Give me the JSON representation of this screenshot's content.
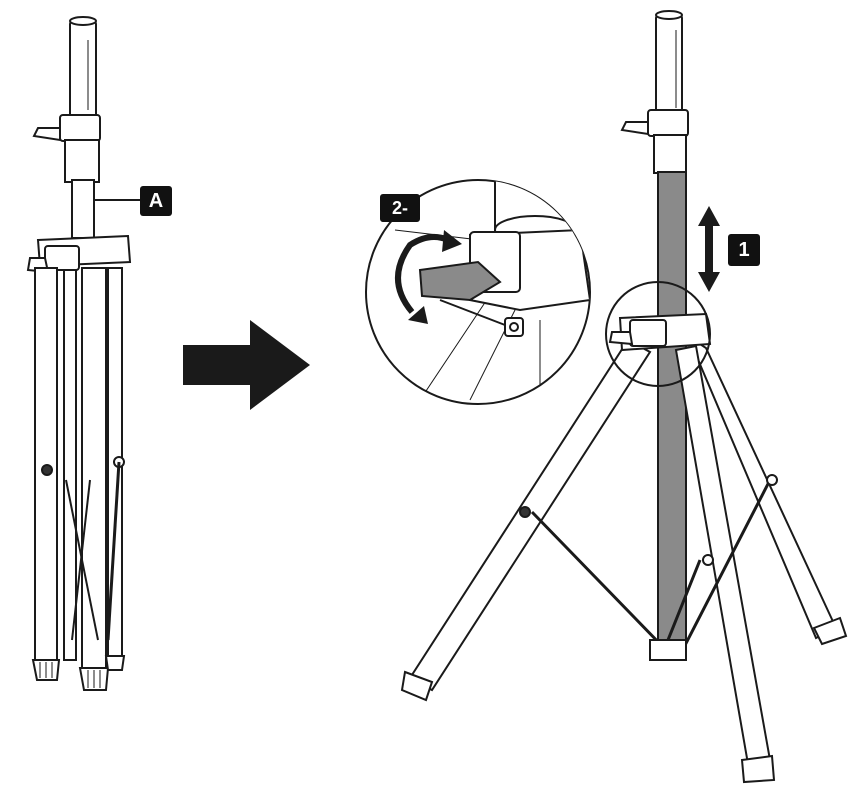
{
  "callouts": {
    "a": "A",
    "step1": "1",
    "step2": "2-"
  },
  "colors": {
    "outline": "#1a1a1a",
    "fill": "#ffffff",
    "shade": "#8a8a8a",
    "badge": "#111111"
  },
  "icons": [
    "right-arrow-icon",
    "up-down-arrow-icon",
    "rotate-arrow-icon"
  ]
}
